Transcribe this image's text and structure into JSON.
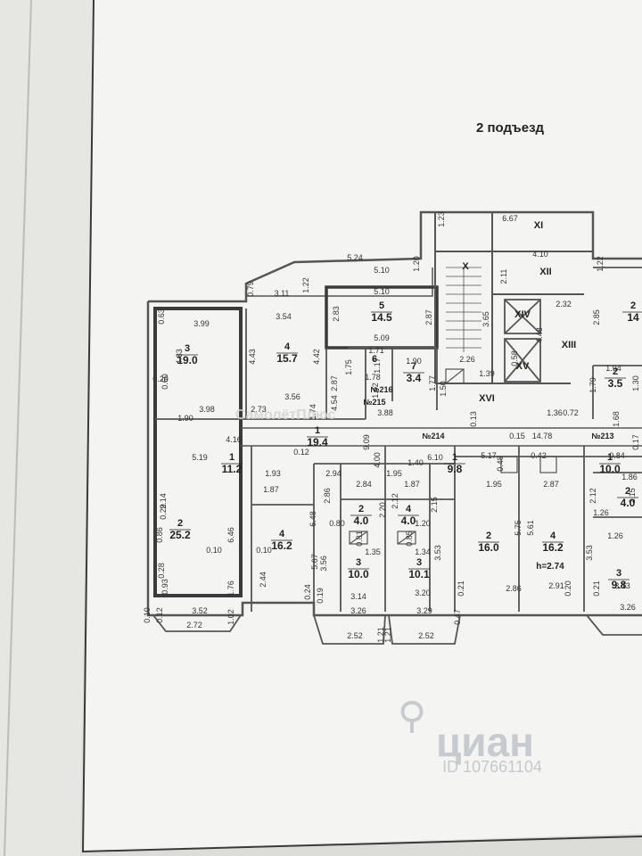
{
  "title": "2 подъезд",
  "colors": {
    "paper": "#f4f4f2",
    "ink": "#2a2a2a",
    "wall": "#555555",
    "background": "#dcdcd8",
    "watermark": "#c8ccd0"
  },
  "rooms": [
    {
      "num": "3",
      "area": "19.0"
    },
    {
      "num": "4",
      "area": "15.7"
    },
    {
      "num": "5",
      "area": "14.5"
    },
    {
      "num": "6",
      "area": ""
    },
    {
      "num": "7",
      "area": "3.4"
    },
    {
      "num": "1",
      "area": "19.4"
    },
    {
      "num": "2",
      "area": "25.2"
    },
    {
      "num": "1",
      "area": "11.2"
    },
    {
      "num": "4",
      "area": "16.2"
    },
    {
      "num": "2",
      "area": "4.0"
    },
    {
      "num": "4",
      "area": "4.0"
    },
    {
      "num": "1",
      "area": "9.8"
    },
    {
      "num": "3",
      "area": "10.0"
    },
    {
      "num": "3",
      "area": "10.1"
    },
    {
      "num": "2",
      "area": "16.0"
    },
    {
      "num": "4",
      "area": "16.2"
    },
    {
      "num": "1",
      "area": "10.0"
    },
    {
      "num": "2",
      "area": "4.0"
    },
    {
      "num": "3",
      "area": "9.8"
    },
    {
      "num": "2",
      "area": "3.5"
    },
    {
      "num": "2",
      "area": "14"
    }
  ],
  "romans": [
    "XI",
    "X",
    "XII",
    "XIV",
    "XIII",
    "XV",
    "XVI"
  ],
  "corridor_marks": [
    "№216",
    "№215",
    "№214",
    "№213"
  ],
  "height_mark": "h=2.74",
  "dimensions": [
    "6.67",
    "1.23",
    "4.10",
    "1.22",
    "5.24",
    "5.10",
    "1.20",
    "0.79",
    "3.11",
    "1.22",
    "5.10",
    "2.11",
    "2.32",
    "3.99",
    "3.54",
    "2.83",
    "2.87",
    "3.65",
    "4.48",
    "2.85",
    "0.63",
    "4.83",
    "4.43",
    "4.42",
    "5.09",
    "2.26",
    "0.58",
    "1.79",
    "1.30",
    "1.71",
    "1.75",
    "1.17",
    "1.90",
    "1.39",
    "1.94",
    "2.87",
    "1.78",
    "1.42",
    "1.77",
    "1.50",
    "0.20",
    "0.60",
    "1.36",
    "0.72",
    "3.56",
    "4.54",
    "3.88",
    "0.13",
    "1.68",
    "3.98",
    "2.73",
    "1.74",
    "1.90",
    "4.16",
    "9.09",
    "0.17",
    "0.15",
    "14.78",
    "0.12",
    "6.10",
    "5.17",
    "0.42",
    "0.48",
    "0.84",
    "5.19",
    "4.00",
    "1.40",
    "1.93",
    "2.94",
    "1.95",
    "1.95",
    "2.87",
    "2.84",
    "1.87",
    "1.86",
    "1.87",
    "2.86",
    "2.20",
    "2.12",
    "2.15",
    "2.12",
    "2.15",
    "2.14",
    "0.29",
    "0.80",
    "1.20",
    "1.26",
    "1.26",
    "0.86",
    "6.46",
    "6.48",
    "5.75",
    "5.61",
    "5.67",
    "3.53",
    "3.53",
    "0.81",
    "0.85",
    "0.10",
    "0.10",
    "1.35",
    "1.34",
    "2.44",
    "3.56",
    "0.28",
    "0.93",
    "1.76",
    "0.24",
    "0.19",
    "0.21",
    "0.20",
    "0.21",
    "2.86",
    "2.91",
    "3.13",
    "3.20",
    "3.14",
    "3.52",
    "1.02",
    "0.10",
    "0.12",
    "3.26",
    "3.29",
    "0.47",
    "3.26",
    "2.72",
    "1.21",
    "1.21",
    "2.52",
    "2.52"
  ],
  "watermark": {
    "brand": "циан",
    "id": "ID 107661104",
    "faded_brand": "СамолётПлюс"
  }
}
